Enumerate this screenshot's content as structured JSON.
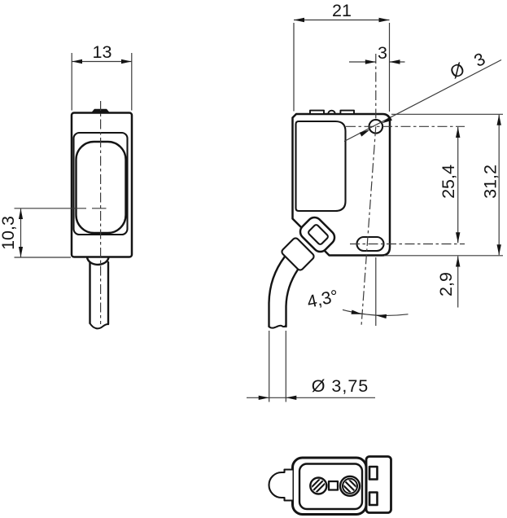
{
  "dims": {
    "front_width": "13",
    "optical_axis_height": "10,3",
    "depth": "21",
    "hole_edge_offset": "3",
    "hole_diameter": "Ø 3",
    "hole_to_slot": "25,4",
    "height": "31,2",
    "slot_bottom_offset": "2,9",
    "cable_angle": "4,3°",
    "cable_diameter": "Ø 3,75"
  }
}
